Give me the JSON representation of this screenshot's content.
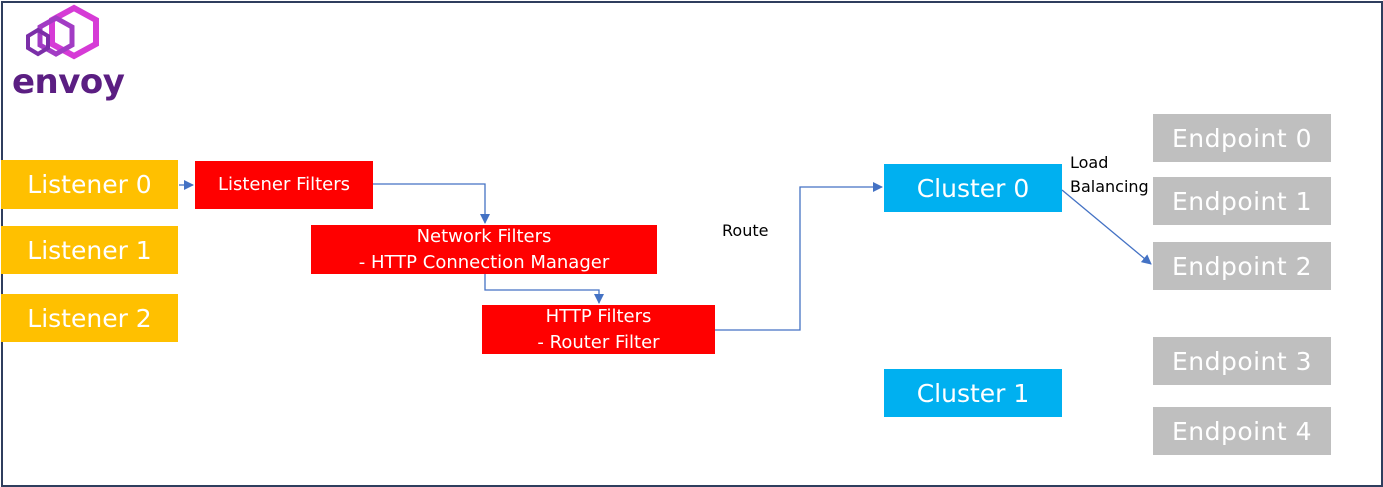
{
  "logo": {
    "text": "envoy",
    "colors": {
      "purple": "#7b2fa8",
      "magenta": "#d63bd6",
      "text": "#5b1e82"
    }
  },
  "listeners": [
    {
      "label": "Listener 0"
    },
    {
      "label": "Listener 1"
    },
    {
      "label": "Listener 2"
    }
  ],
  "filters": {
    "listener": "Listener Filters",
    "network": "Network Filters\n- HTTP Connection Manager",
    "http": "HTTP Filters\n- Router Filter"
  },
  "route_label": "Route",
  "lb_label": "Load\nBalancing",
  "clusters": [
    {
      "label": "Cluster 0"
    },
    {
      "label": "Cluster 1"
    }
  ],
  "endpoints": [
    {
      "label": "Endpoint 0"
    },
    {
      "label": "Endpoint 1"
    },
    {
      "label": "Endpoint 2"
    },
    {
      "label": "Endpoint 3"
    },
    {
      "label": "Endpoint 4"
    }
  ],
  "colors": {
    "listener": "#ffc000",
    "filter": "#ff0000",
    "cluster": "#00b0f0",
    "endpoint": "#bfbfbf",
    "arrow": "#4472c4",
    "border": "#2f3e5e"
  }
}
